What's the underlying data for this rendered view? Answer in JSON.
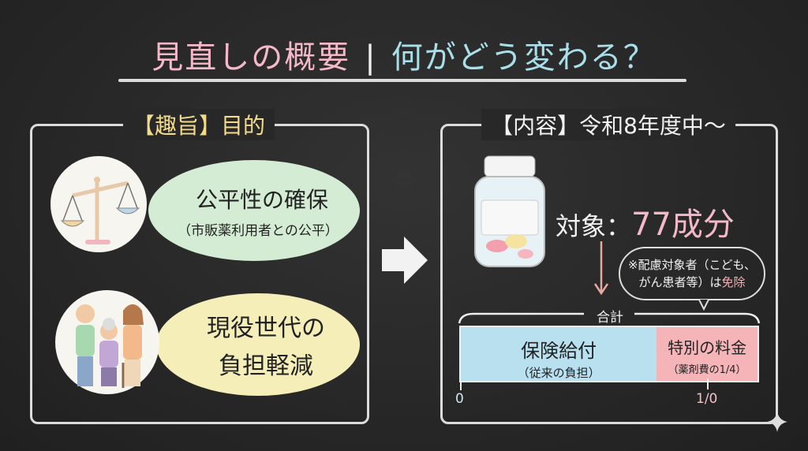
{
  "title": {
    "part1": "見直しの概要",
    "separator": "|",
    "part2": "何がどう変わる？"
  },
  "left_panel": {
    "heading": "【趣旨】目的",
    "item1": {
      "title": "公平性の確保",
      "subtitle": "（市販薬利用者との公平）",
      "icon": "scales-icon"
    },
    "item2": {
      "title_line1": "現役世代の",
      "title_line2": "負担軽減",
      "icon": "family-icon"
    }
  },
  "right_panel": {
    "heading": "【内容】令和8年度中〜",
    "target_label": "対象：",
    "target_value": "77成分",
    "note_line1": "※配慮対象者（こども、",
    "note_line2_prefix": "がん患者等）は",
    "note_line2_highlight": "免除",
    "total_label": "合計",
    "bar": {
      "segment1": {
        "title": "保険給付",
        "subtitle": "（従来の負担）",
        "share": 0.75
      },
      "segment2": {
        "title": "特別の料金",
        "subtitle": "（薬剤費の1/4）",
        "share": 0.25
      },
      "axis_start": "0",
      "axis_end": "1/0"
    }
  },
  "colors": {
    "pink": "#f4b9c8",
    "blue": "#a9dfe8",
    "yellow": "#f2dc8c",
    "green": "#d5ecd4",
    "bar_blue": "#b9e0ef",
    "bar_pink": "#f4b4b8"
  }
}
